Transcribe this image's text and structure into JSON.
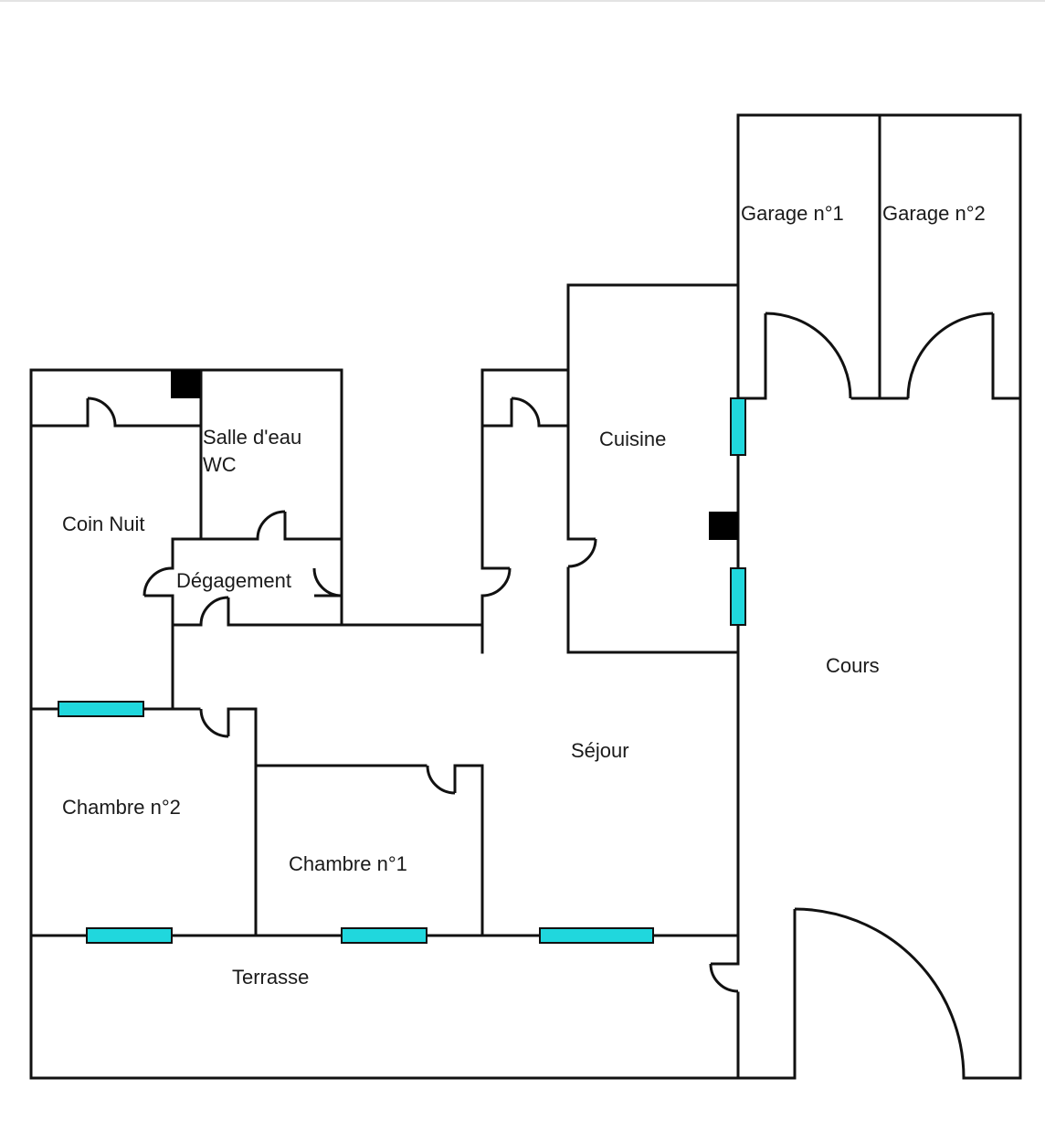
{
  "floor_plan": {
    "rooms": {
      "garage_1": "Garage n°1",
      "garage_2": "Garage n°2",
      "salle_deau": "Salle d'eau",
      "wc": "WC",
      "cuisine": "Cuisine",
      "coin_nuit": "Coin Nuit",
      "degagement": "Dégagement",
      "cours": "Cours",
      "sejour": "Séjour",
      "chambre_2": "Chambre n°2",
      "chambre_1": "Chambre n°1",
      "terrasse": "Terrasse"
    },
    "colors": {
      "walls": "#111111",
      "windows": "#20d7dd",
      "ducts": "#000000"
    }
  }
}
